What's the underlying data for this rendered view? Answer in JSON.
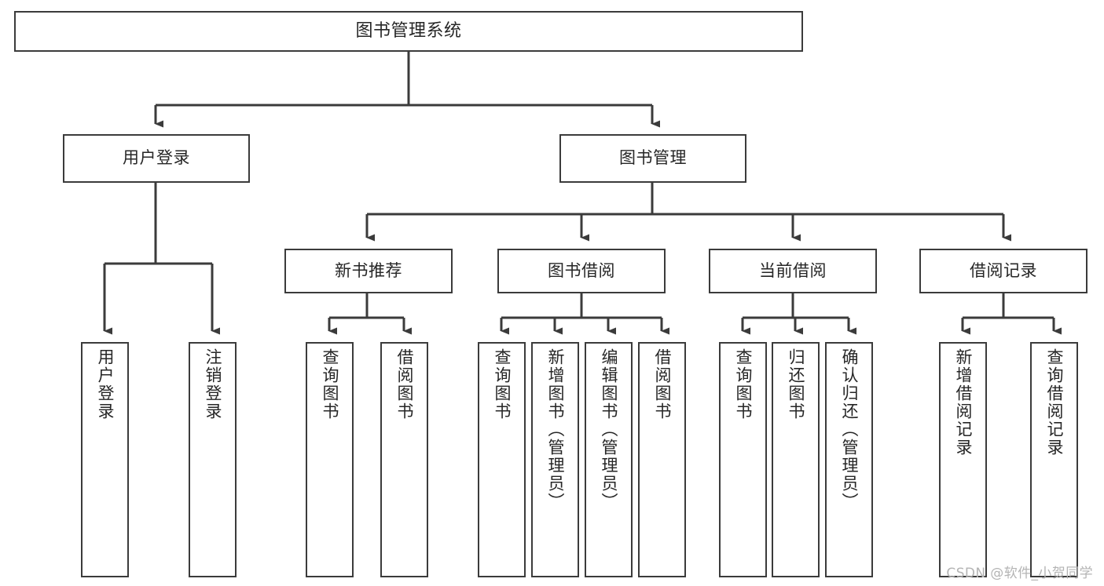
{
  "diagram": {
    "type": "tree-hierarchy",
    "title": "图书管理系统",
    "root": {
      "id": "root",
      "label": "图书管理系统"
    },
    "level2": [
      {
        "id": "user-login",
        "label": "用户登录"
      },
      {
        "id": "book-manage",
        "label": "图书管理"
      }
    ],
    "level3": [
      {
        "id": "new-book-recommend",
        "label": "新书推荐"
      },
      {
        "id": "book-borrow",
        "label": "图书借阅"
      },
      {
        "id": "current-borrow",
        "label": "当前借阅"
      },
      {
        "id": "borrow-record",
        "label": "借阅记录"
      }
    ],
    "leaves": [
      {
        "id": "leaf-user-login",
        "label": "用户登录",
        "parent": "user-login"
      },
      {
        "id": "leaf-logout-login",
        "label": "注销登录",
        "parent": "user-login"
      },
      {
        "id": "leaf-query-book-1",
        "label": "查询图书",
        "parent": "new-book-recommend"
      },
      {
        "id": "leaf-borrow-book-1",
        "label": "借阅图书",
        "parent": "new-book-recommend"
      },
      {
        "id": "leaf-query-book-2",
        "label": "查询图书",
        "parent": "book-borrow"
      },
      {
        "id": "leaf-add-book",
        "label": "新增图书（管理员）",
        "parent": "book-borrow"
      },
      {
        "id": "leaf-edit-book",
        "label": "编辑图书（管理员）",
        "parent": "book-borrow"
      },
      {
        "id": "leaf-borrow-book-2",
        "label": "借阅图书",
        "parent": "book-borrow"
      },
      {
        "id": "leaf-query-book-3",
        "label": "查询图书",
        "parent": "current-borrow"
      },
      {
        "id": "leaf-return-book",
        "label": "归还图书",
        "parent": "current-borrow"
      },
      {
        "id": "leaf-confirm-return",
        "label": "确认归还（管理员）",
        "parent": "current-borrow"
      },
      {
        "id": "leaf-add-record",
        "label": "新增借阅记录",
        "parent": "borrow-record"
      },
      {
        "id": "leaf-query-record",
        "label": "查询借阅记录",
        "parent": "borrow-record"
      }
    ],
    "colors": {
      "stroke": "#3b3b3b",
      "text": "#262626",
      "background": "#ffffff",
      "watermark": "#b4b4b4"
    }
  },
  "watermark": {
    "text": "CSDN @软件_小贺同学"
  }
}
